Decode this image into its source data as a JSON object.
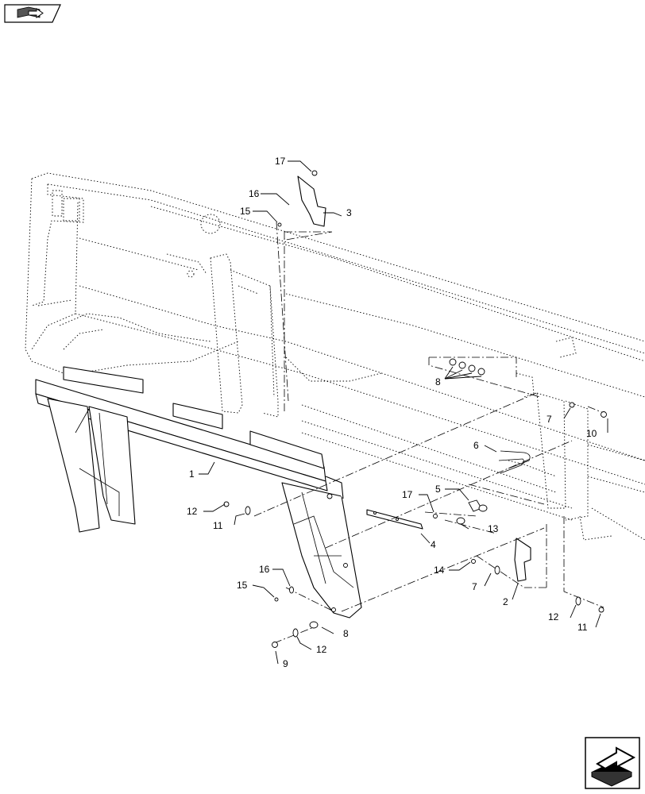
{
  "header": {
    "back_icon": "book-arrow-icon"
  },
  "footer": {
    "next_icon": "next-page-arrow-icon"
  },
  "callouts": {
    "c1": "1",
    "c2": "2",
    "c3": "3",
    "c4": "4",
    "c5": "5",
    "c6": "6",
    "c7a": "7",
    "c7b": "7",
    "c8a": "8",
    "c8b": "8",
    "c9": "9",
    "c10": "10",
    "c11a": "11",
    "c11b": "11",
    "c12a": "12",
    "c12b": "12",
    "c12c": "12",
    "c13": "13",
    "c14": "14",
    "c15a": "15",
    "c15b": "15",
    "c16a": "16",
    "c16b": "16",
    "c17a": "17",
    "c17b": "17"
  }
}
